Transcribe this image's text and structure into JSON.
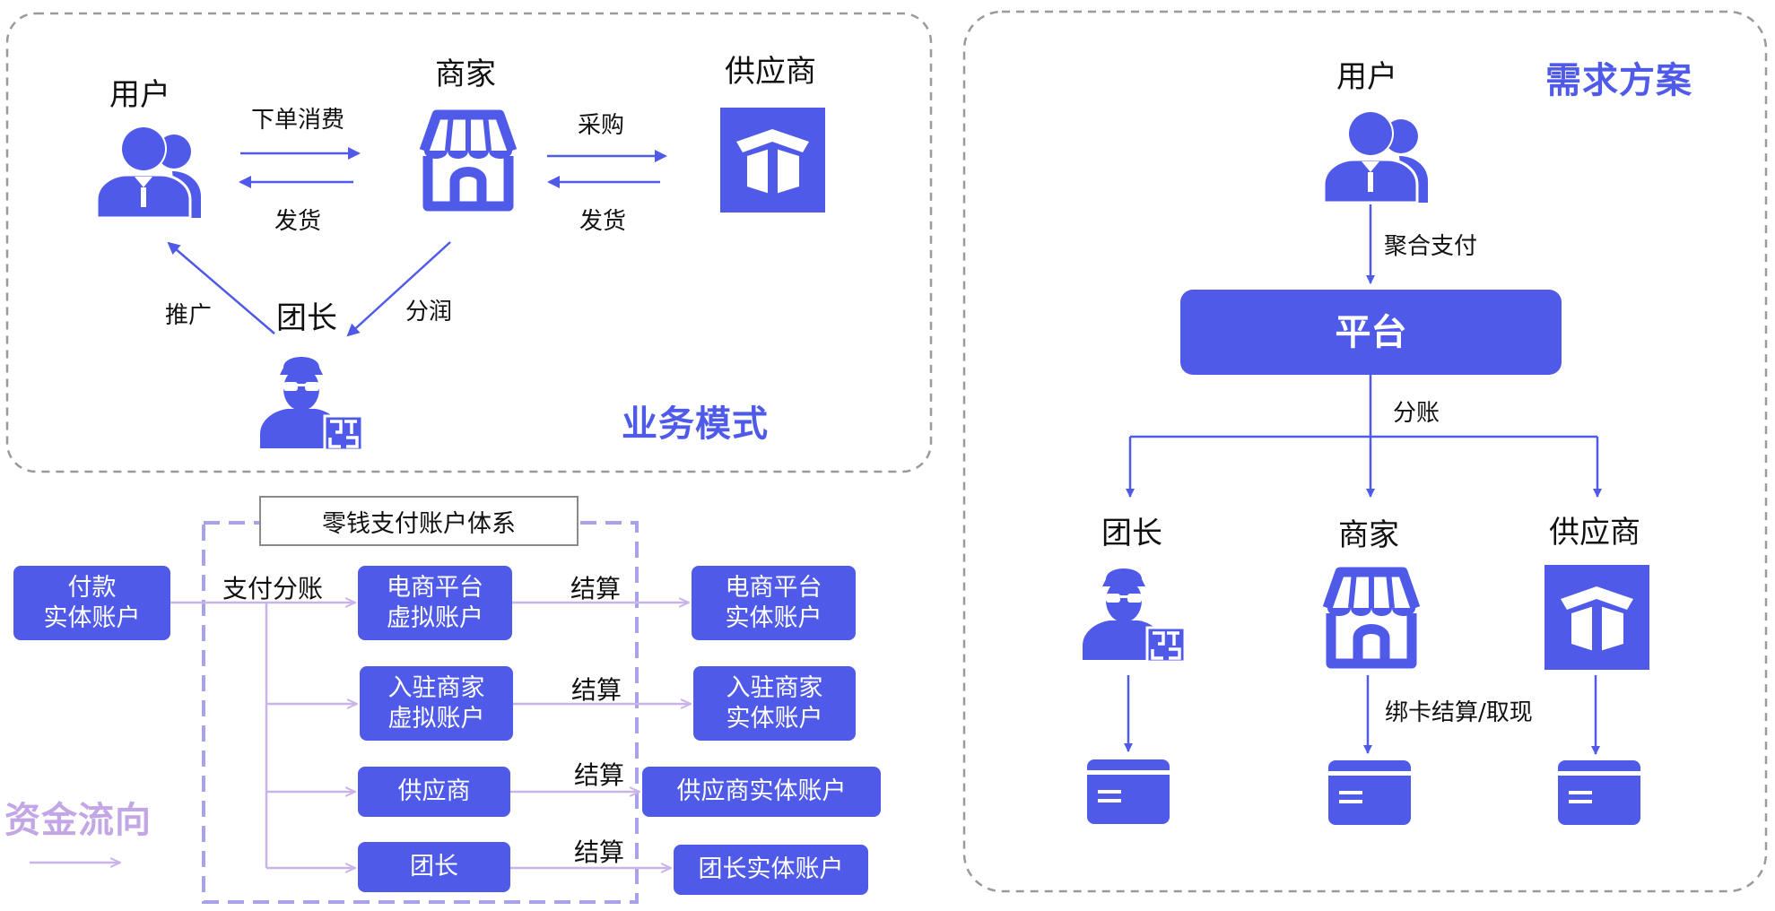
{
  "business_model": {
    "title": "业务模式",
    "user": "用户",
    "merchant": "商家",
    "supplier": "供应商",
    "leader": "团长",
    "order": "下单消费",
    "ship1": "发货",
    "purchase": "采购",
    "ship2": "发货",
    "promote": "推广",
    "profit_share": "分润"
  },
  "demand_solution": {
    "title": "需求方案",
    "user": "用户",
    "aggregate_pay": "聚合支付",
    "platform": "平台",
    "split": "分账",
    "leader": "团长",
    "merchant": "商家",
    "supplier": "供应商",
    "bind_card": "绑卡结算/取现"
  },
  "fund_flow": {
    "title": "资金流向",
    "system_title": "零钱支付账户体系",
    "pay_account": [
      "付款",
      "实体账户"
    ],
    "pay_split": "支付分账",
    "virtual_accounts": [
      [
        "电商平台",
        "虚拟账户"
      ],
      [
        "入驻商家",
        "虚拟账户"
      ],
      [
        "供应商"
      ],
      [
        "团长"
      ]
    ],
    "settle": [
      "结算",
      "结算",
      "结算",
      "结算"
    ],
    "real_accounts": [
      [
        "电商平台",
        "实体账户"
      ],
      [
        "入驻商家",
        "实体账户"
      ],
      [
        "供应商实体账户"
      ],
      [
        "团长实体账户"
      ]
    ]
  },
  "colors": {
    "accent": "#4f5be8",
    "flow_title": "#c3a6e6",
    "flow_line": "#c9b3ea",
    "dashed_border": "#9a9a9a"
  }
}
